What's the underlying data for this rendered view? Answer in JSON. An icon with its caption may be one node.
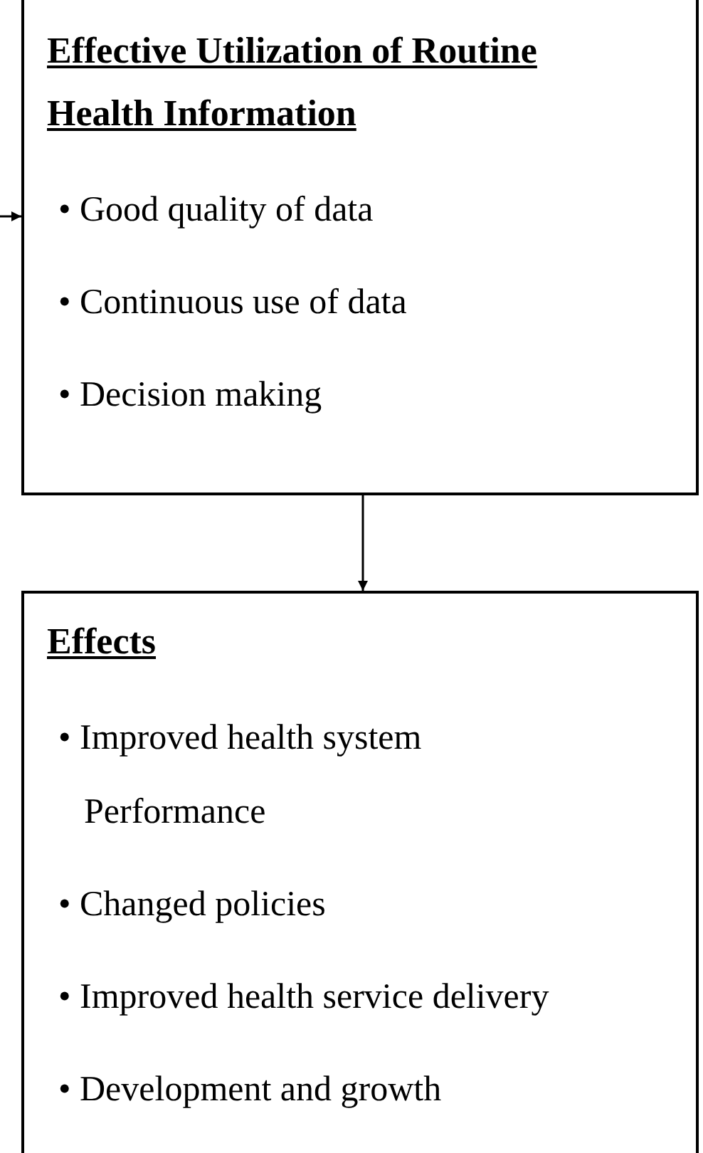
{
  "diagram": {
    "nodes": [
      {
        "text": [
          "Effective Utilization of Routine Health Information",
          "• Good quality of data",
          "• Continuous use of data",
          "• Decision making"
        ]
      },
      {
        "text": [
          "Effects",
          "• Improved health system Performance",
          "• Changed policies",
          "• Improved health service delivery",
          "• Development and growth"
        ]
      }
    ],
    "edges": [
      {
        "from": null,
        "to": 0,
        "arrow": "to"
      },
      {
        "from": 0,
        "to": 1,
        "arrow": "to"
      }
    ]
  }
}
